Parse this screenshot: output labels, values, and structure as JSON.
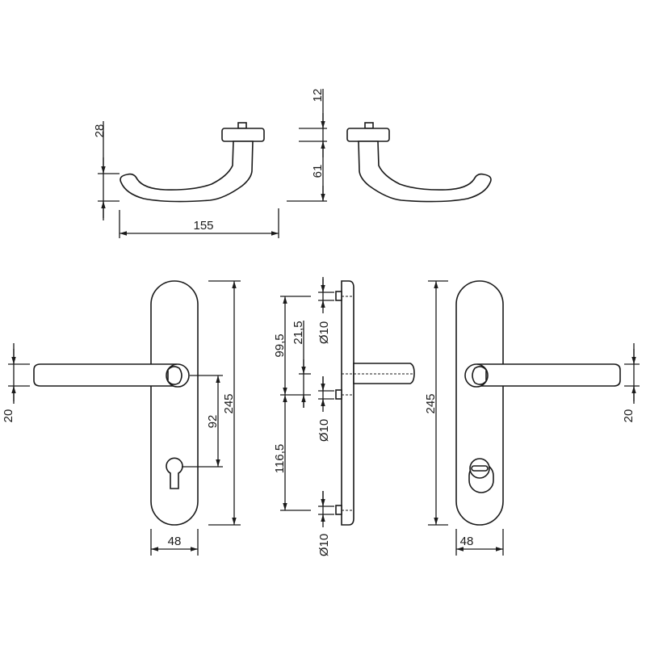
{
  "dimensions": {
    "lever_height": "28",
    "rose_height": "12",
    "lever_drop": "61",
    "lever_length": "155",
    "plate_height_left": "245",
    "keyhole_distance": "92",
    "lever_thickness_left": "20",
    "plate_width_left": "48",
    "upper_screw_distance": "99,5",
    "spindle_offset": "21,5",
    "lower_screw_distance": "116,5",
    "screw_dia_top": "Ø10",
    "screw_dia_middle": "Ø10",
    "screw_dia_bottom": "Ø10",
    "plate_height_right": "245",
    "lever_thickness_right": "20",
    "plate_width_right": "48"
  }
}
